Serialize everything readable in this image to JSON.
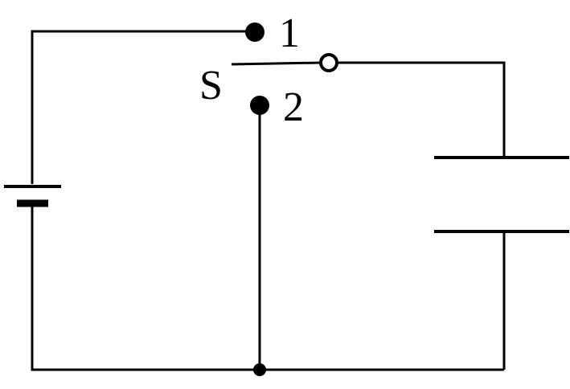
{
  "figure": {
    "type": "circuit-diagram",
    "description": "Battery connected via two-position switch S (contacts 1 and 2) to a parallel-plate capacitor",
    "labels": {
      "switch": "S",
      "position_1": "1",
      "position_2": "2"
    },
    "components": [
      "battery",
      "switch",
      "capacitor",
      "wires"
    ],
    "colors": {
      "line": "#000000",
      "background": "#ffffff"
    }
  }
}
